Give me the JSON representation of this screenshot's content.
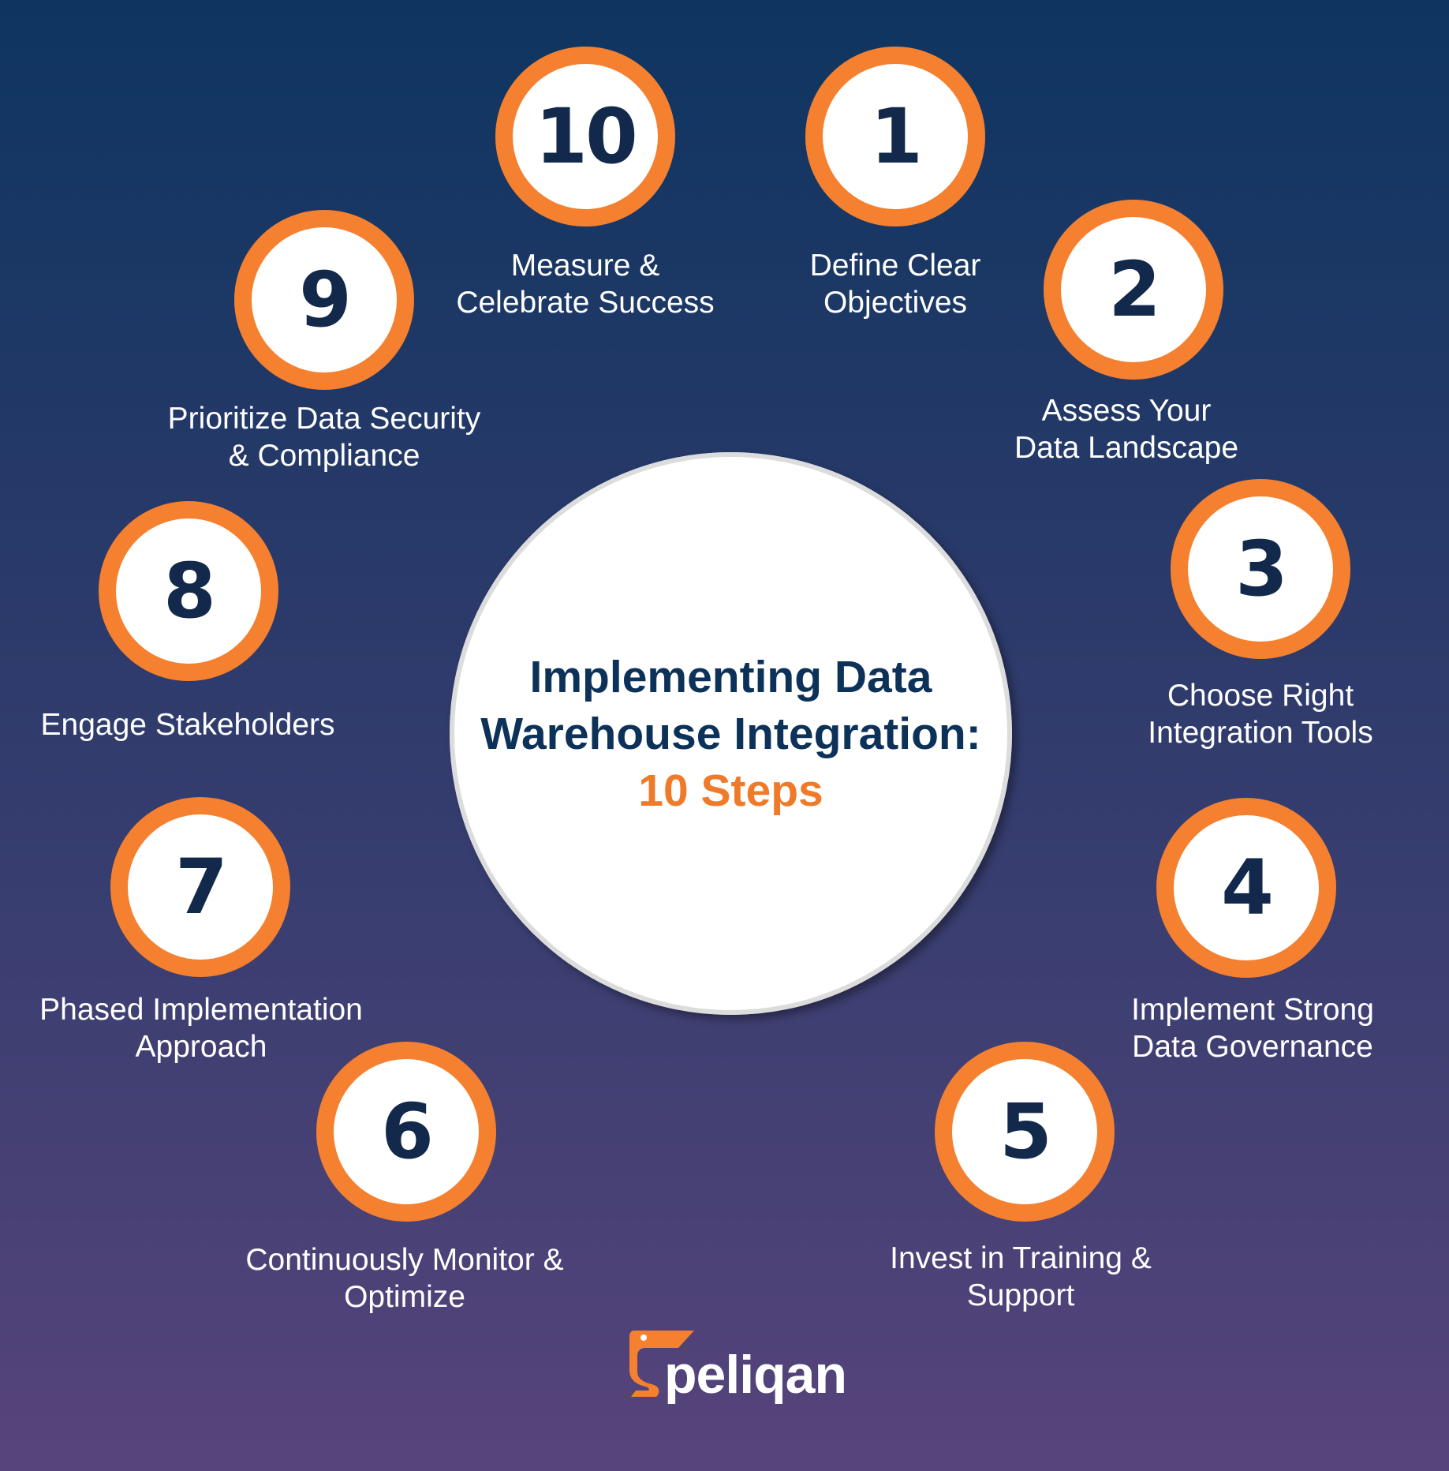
{
  "title": {
    "line1": "Implementing Data",
    "line2": "Warehouse Integration:",
    "accent": "10 Steps"
  },
  "steps": [
    {
      "number": "1",
      "label": "Define Clear\nObjectives"
    },
    {
      "number": "2",
      "label": "Assess Your\nData Landscape"
    },
    {
      "number": "3",
      "label": "Choose Right\nIntegration Tools"
    },
    {
      "number": "4",
      "label": "Implement Strong\nData Governance"
    },
    {
      "number": "5",
      "label": "Invest in Training &\nSupport"
    },
    {
      "number": "6",
      "label": "Continuously Monitor &\nOptimize"
    },
    {
      "number": "7",
      "label": "Phased Implementation\nApproach"
    },
    {
      "number": "8",
      "label": "Engage Stakeholders"
    },
    {
      "number": "9",
      "label": "Prioritize Data Security\n& Compliance"
    },
    {
      "number": "10",
      "label": "Measure &\nCelebrate Success"
    }
  ],
  "logo": {
    "text": "peliqan",
    "icon": "pelican-logo-icon"
  },
  "colors": {
    "accent": "#f48030",
    "navy": "#13294b",
    "title": "#0d3259",
    "background_top": "#0e3560",
    "background_bottom": "#57447c"
  }
}
